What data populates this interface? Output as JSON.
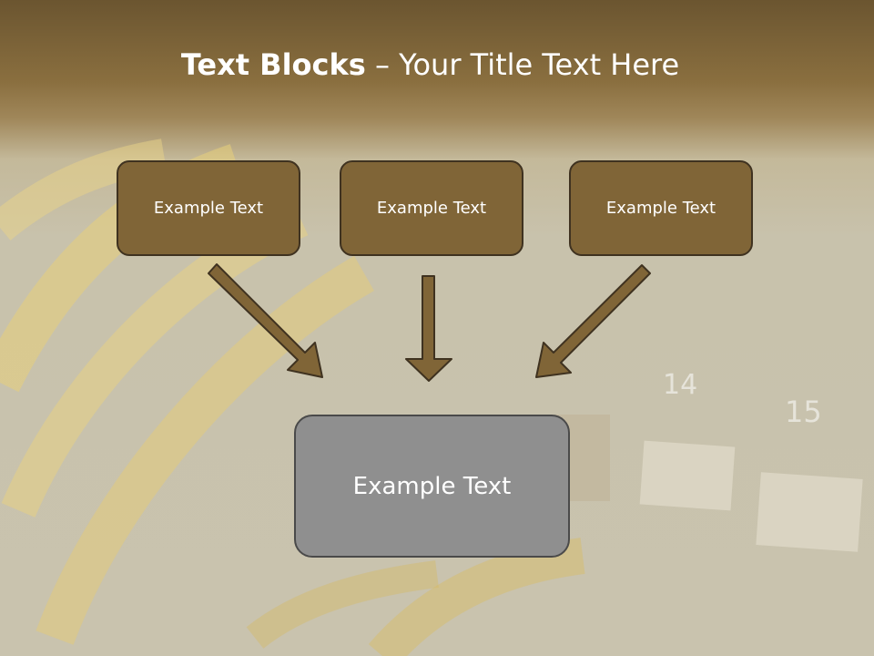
{
  "slide": {
    "title_bold": "Text Blocks",
    "title_rest": " – Your Title Text Here",
    "boxes": [
      {
        "label": "Example Text"
      },
      {
        "label": "Example Text"
      },
      {
        "label": "Example Text"
      }
    ],
    "main_box": {
      "label": "Example Text"
    },
    "background": {
      "port_numbers": [
        "14",
        "15"
      ]
    }
  },
  "colors": {
    "box_fill": "#806537",
    "box_border": "#3f3220",
    "main_box_fill": "#8f8f8f",
    "arrow_fill": "#806537"
  }
}
